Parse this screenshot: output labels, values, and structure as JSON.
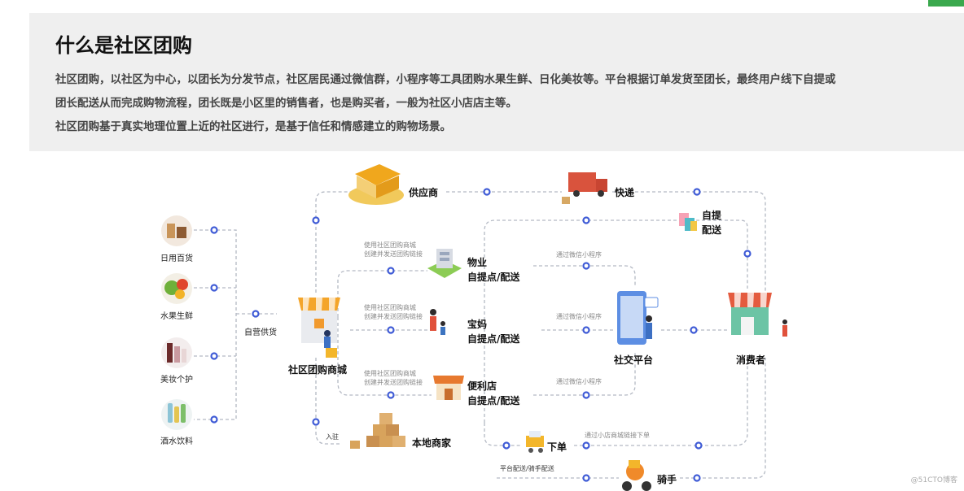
{
  "header": {
    "title": "什么是社区团购",
    "para1_line1": "社区团购，以社区为中心，以团长为分发节点，社区居民通过微信群，小程序等工具团购水果生鲜、日化美妆等。平台根据订单发货至团长，最终用户线下自提或",
    "para1_line2": "团长配送从而完成购物流程，团长既是小区里的销售者，也是购买者，一般为社区小店店主等。",
    "para2": "社区团购基于真实地理位置上近的社区进行，是基于信任和情感建立的购物场景。"
  },
  "diagram": {
    "categories": [
      "日用百货",
      "水果生鲜",
      "美妆个护",
      "酒水饮料"
    ],
    "self_supply": "自营供货",
    "mall": "社区团购商城",
    "supplier": "供应商",
    "express": "快递",
    "self_pickup_delivery": [
      "自提",
      "配送"
    ],
    "property": [
      "物业",
      "自提点/配送"
    ],
    "mom": [
      "宝妈",
      "自提点/配送"
    ],
    "store": [
      "便利店",
      "自提点/配送"
    ],
    "mall_note": [
      "使用社区团购商城",
      "创建并发送团购链接"
    ],
    "wechat_note": "通过微信小程序",
    "social_platform": "社交平台",
    "consumer": "消费者",
    "entry": "入驻",
    "local_merchant": "本地商家",
    "order": "下单",
    "order_note": "通过小店商城链接下单",
    "platform_delivery": "平台配送/骑手配送",
    "rider": "骑手"
  },
  "watermark": "@51CTO博客",
  "colors": {
    "line": "#b4b9c4",
    "node": "#3f5bd6",
    "band": "#efefef"
  }
}
